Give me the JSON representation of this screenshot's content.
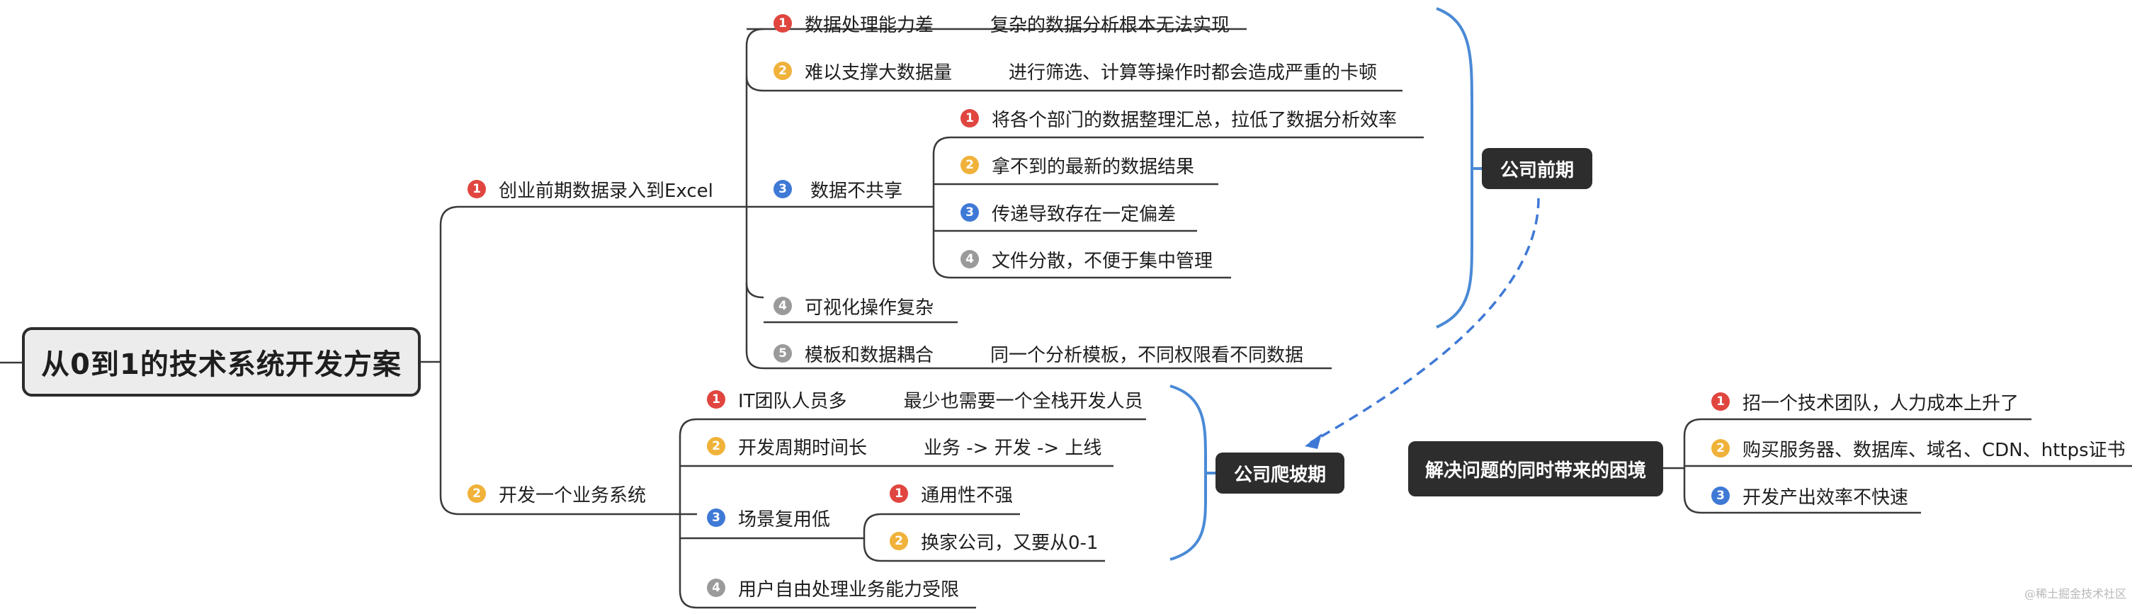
{
  "colors": {
    "badge_red": "#e0463f",
    "badge_yellow": "#f0b23a",
    "badge_blue": "#3f79d6",
    "badge_gray": "#9a9a9a",
    "bracket_blue": "#4a8ad6",
    "connector": "#3a3a3a"
  },
  "root": {
    "label": "从0到1的技术系统开发方案"
  },
  "branch1": {
    "num": "1",
    "label": "创业前期数据录入到Excel",
    "items": [
      {
        "num": "1",
        "label": "数据处理能力差",
        "desc": "复杂的数据分析根本无法实现"
      },
      {
        "num": "2",
        "label": "难以支撑大数据量",
        "desc": "进行筛选、计算等操作时都会造成严重的卡顿"
      },
      {
        "num": "3",
        "label": "数据不共享",
        "children": [
          {
            "num": "1",
            "label": "将各个部门的数据整理汇总，拉低了数据分析效率"
          },
          {
            "num": "2",
            "label": "拿不到的最新的数据结果"
          },
          {
            "num": "3",
            "label": "传递导致存在一定偏差"
          },
          {
            "num": "4",
            "label": "文件分散，不便于集中管理"
          }
        ]
      },
      {
        "num": "4",
        "label": "可视化操作复杂"
      },
      {
        "num": "5",
        "label": "模板和数据耦合",
        "desc": "同一个分析模板，不同权限看不同数据"
      }
    ]
  },
  "branch2": {
    "num": "2",
    "label": "开发一个业务系统",
    "items": [
      {
        "num": "1",
        "label": "IT团队人员多",
        "desc": "最少也需要一个全栈开发人员"
      },
      {
        "num": "2",
        "label": "开发周期时间长",
        "desc": "业务 -> 开发 -> 上线"
      },
      {
        "num": "3",
        "label": "场景复用低",
        "children": [
          {
            "num": "1",
            "label": "通用性不强"
          },
          {
            "num": "2",
            "label": "换家公司，又要从0-1"
          }
        ]
      },
      {
        "num": "4",
        "label": "用户自由处理业务能力受限"
      }
    ]
  },
  "phases": {
    "early": "公司前期",
    "growth": "公司爬坡期"
  },
  "dilemma": {
    "label": "解决问题的同时带来的困境",
    "items": [
      {
        "num": "1",
        "label": "招一个技术团队，人力成本上升了"
      },
      {
        "num": "2",
        "label": "购买服务器、数据库、域名、CDN、https证书"
      },
      {
        "num": "3",
        "label": "开发产出效率不快速"
      }
    ]
  },
  "watermark": "@稀土掘金技术社区"
}
